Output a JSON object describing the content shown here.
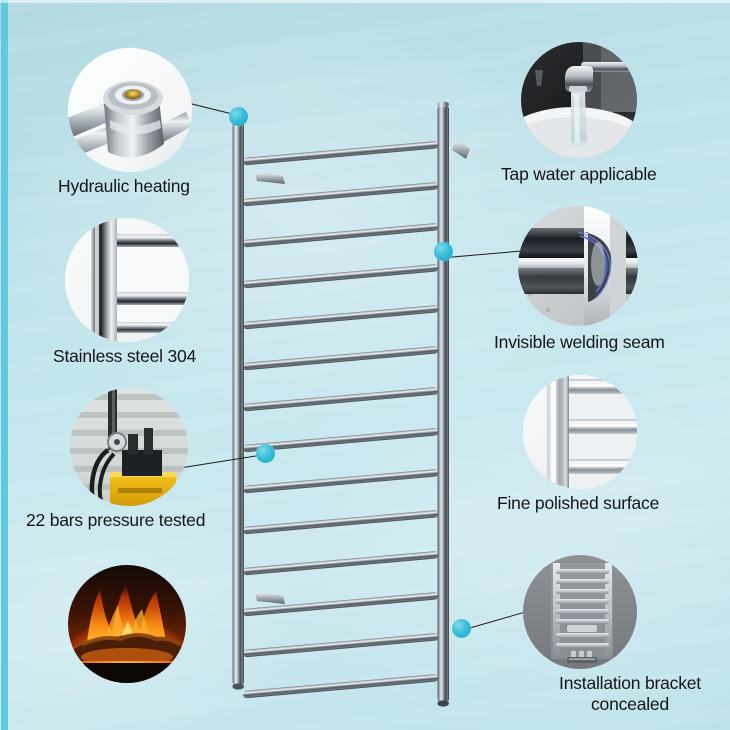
{
  "page": {
    "title": "Heated towel rail feature callouts",
    "background_color": "#c2e4ec",
    "accent_color": "#35bcd8",
    "text_color": "#15161a"
  },
  "product": {
    "name": "stainless-steel-heated-towel-rail",
    "rung_count": 14,
    "post_count": 2,
    "finish": "polished chrome"
  },
  "features": [
    {
      "id": "hydraulic-heating",
      "label": "Hydraulic heating",
      "thumb": "valve-fitting-photo",
      "side": "left",
      "has_leader_line": true
    },
    {
      "id": "stainless-steel-304",
      "label": "Stainless steel 304",
      "thumb": "polished-tube-edge-photo",
      "side": "left",
      "has_leader_line": false
    },
    {
      "id": "pressure-tested",
      "label": "22 bars pressure tested",
      "thumb": "pressure-test-pump-photo",
      "side": "left",
      "has_leader_line": true
    },
    {
      "id": "fireplace",
      "label": "",
      "thumb": "burning-fireplace-photo",
      "side": "left",
      "has_leader_line": false
    },
    {
      "id": "tap-water-applicable",
      "label": "Tap water applicable",
      "thumb": "running-tap-photo",
      "side": "right",
      "has_leader_line": false
    },
    {
      "id": "invisible-welding-seam",
      "label": "Invisible welding seam",
      "thumb": "weld-joint-closeup-photo",
      "side": "right",
      "has_leader_line": true
    },
    {
      "id": "fine-polished-surface",
      "label": "Fine polished surface",
      "thumb": "polished-rungs-photo",
      "side": "right",
      "has_leader_line": false
    },
    {
      "id": "installation-bracket-concealed",
      "label": "Installation bracket\nconcealed",
      "thumb": "wall-mounted-rail-photo",
      "side": "right",
      "has_leader_line": true
    }
  ]
}
